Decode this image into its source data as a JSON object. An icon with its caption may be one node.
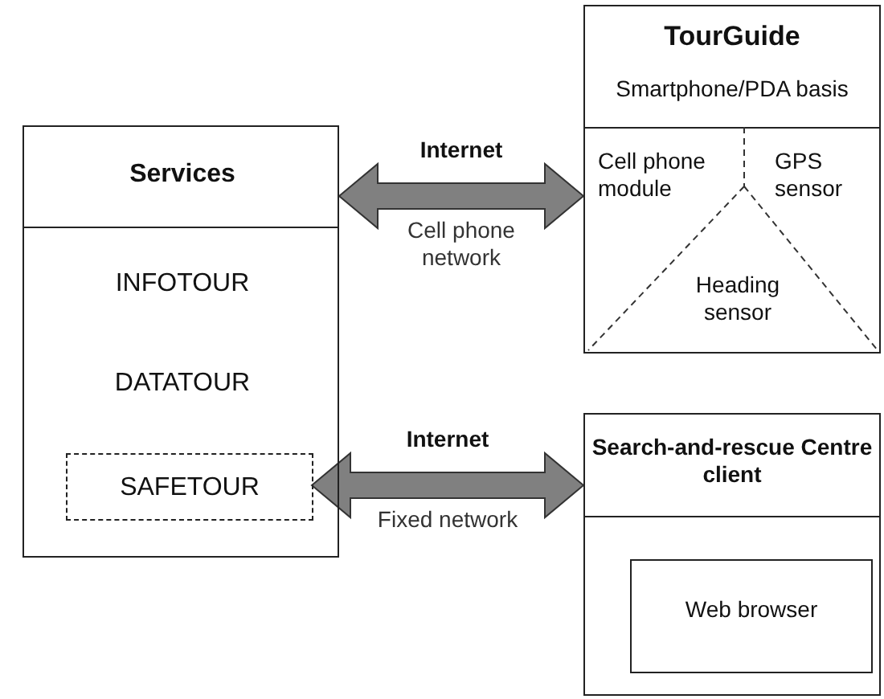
{
  "diagram": {
    "nodes": [
      {
        "text": [
          "Services",
          "INFOTOUR",
          "DATATOUR"
        ]
      },
      {
        "text": [
          "SAFETOUR"
        ],
        "in": 0
      },
      {
        "text": [
          "TourGuide",
          "Smartphone/PDA basis",
          "Cell phone module",
          "GPS sensor",
          "Heading sensor"
        ]
      },
      {
        "text": [
          "Search-and-rescue Centre client"
        ]
      },
      {
        "text": [
          "Web browser"
        ],
        "in": 3
      }
    ],
    "edges": [
      {
        "from": 0,
        "to": 2,
        "arrow": "both",
        "label": "Internet",
        "style": "thick"
      },
      {
        "from": 1,
        "to": 3,
        "arrow": "both",
        "label": "Internet",
        "style": "thick"
      }
    ],
    "labels": [
      "Cell phone network",
      "Fixed network"
    ]
  }
}
